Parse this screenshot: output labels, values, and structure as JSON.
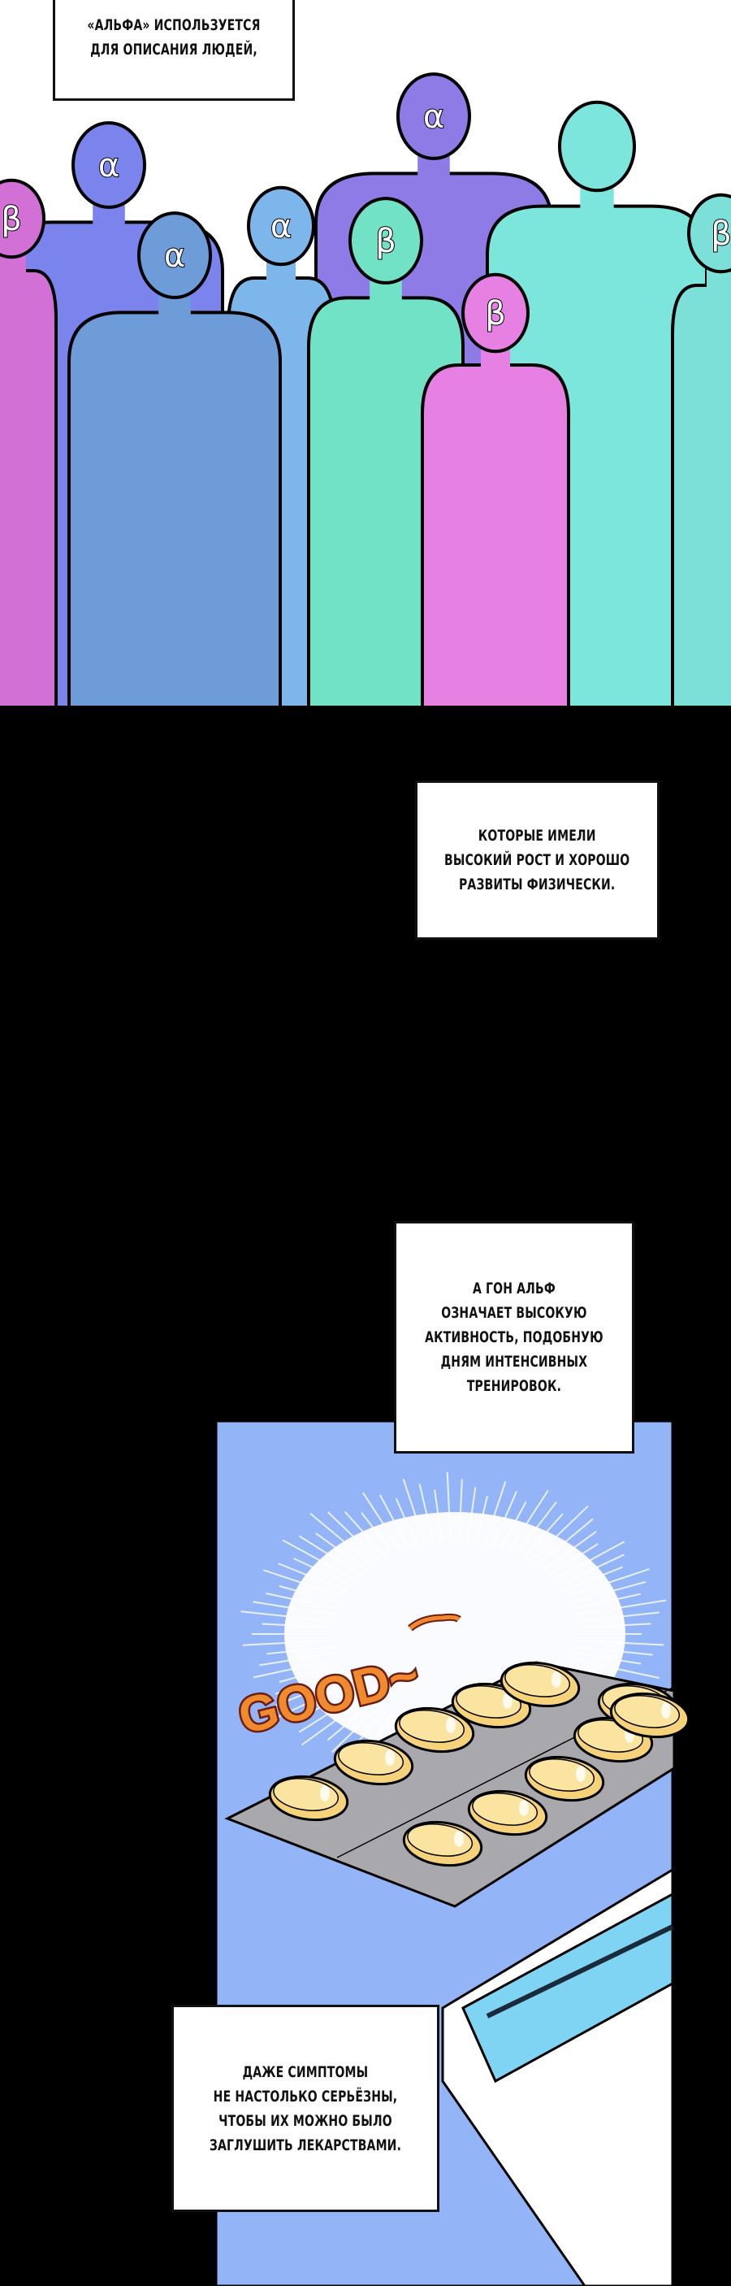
{
  "captions": [
    {
      "lines": [
        "«АЛЬФА» ИСПОЛЬЗУЕТСЯ",
        "ДЛЯ ОПИСАНИЯ ЛЮДЕЙ,"
      ]
    },
    {
      "lines": [
        "КОТОРЫЕ ИМЕЛИ",
        "ВЫСОКИЙ РОСТ И ХОРОШО",
        "РАЗВИТЫ ФИЗИЧЕСКИ."
      ]
    },
    {
      "lines": [
        "А ГОН АЛЬФ",
        "ОЗНАЧАЕТ ВЫСОКУЮ",
        "АКТИВНОСТЬ, ПОДОБНУЮ",
        "ДНЯМ ИНТЕНСИВНЫХ",
        "ТРЕНИРОВОК."
      ]
    },
    {
      "lines": [
        "ДАЖЕ СИМПТОМЫ",
        "НЕ НАСТОЛЬКО СЕРЬЁЗНЫ,",
        "ЧТОБЫ ИХ МОЖНО БЫЛО",
        "ЗАГЛУШИТЬ ЛЕКАРСТВАМИ."
      ]
    }
  ],
  "crowd": {
    "labels": [
      "α",
      "",
      "α",
      "α",
      "β",
      "α",
      "β",
      "β",
      "β"
    ]
  },
  "sfx": "GOOD~",
  "colors": {
    "panel_blue": "#94b4f8",
    "sfx_orange": "#f08a2e",
    "sfx_yellow": "#ffd23a",
    "pill": "#f6d37a",
    "tray": "#a9a9ad"
  }
}
